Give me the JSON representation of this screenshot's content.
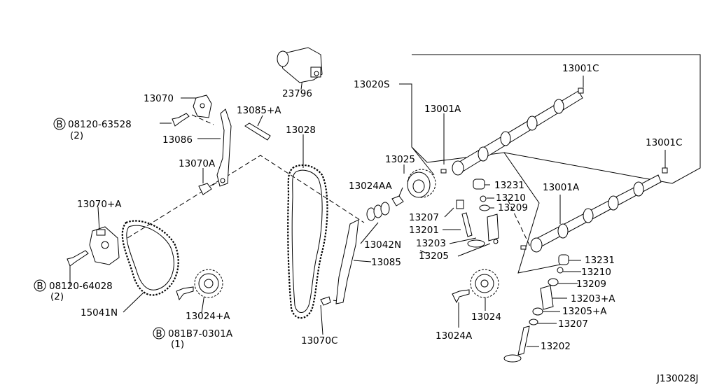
{
  "labels": {
    "p23796": "23796",
    "p13070": "13070",
    "b08120_63528": "08120-63528",
    "b08120_63528_qty": "(2)",
    "p13085a": "13085+A",
    "p13028": "13028",
    "p13086": "13086",
    "p13070a": "13070A",
    "p13070plusa": "13070+A",
    "b08120_64028": "08120-64028",
    "b08120_64028_qty": "(2)",
    "p15041n": "15041N",
    "p13024plusa": "13024+A",
    "b081b7": "081B7-0301A",
    "b081b7_qty": "(1)",
    "p13070c": "13070C",
    "p13020s": "13020S",
    "p13001c_top": "13001C",
    "p13001a_top": "13001A",
    "p13025": "13025",
    "p13024aa": "13024AA",
    "p13042n": "13042N",
    "p13085": "13085",
    "p13231_top": "13231",
    "p13210_top": "13210",
    "p13209_top": "13209",
    "p13207_top": "13207",
    "p13201": "13201",
    "p13203": "13203",
    "p13205": "13205",
    "p13001c_right": "13001C",
    "p13001a_right": "13001A",
    "p13231_bot": "13231",
    "p13210_bot": "13210",
    "p13209_bot": "13209",
    "p13203a": "13203+A",
    "p13205a": "13205+A",
    "p13207_bot": "13207",
    "p13024": "13024",
    "p13024a": "13024A",
    "p13202": "13202",
    "bolt_symbol": "B",
    "diagram_id": "J130028J"
  }
}
